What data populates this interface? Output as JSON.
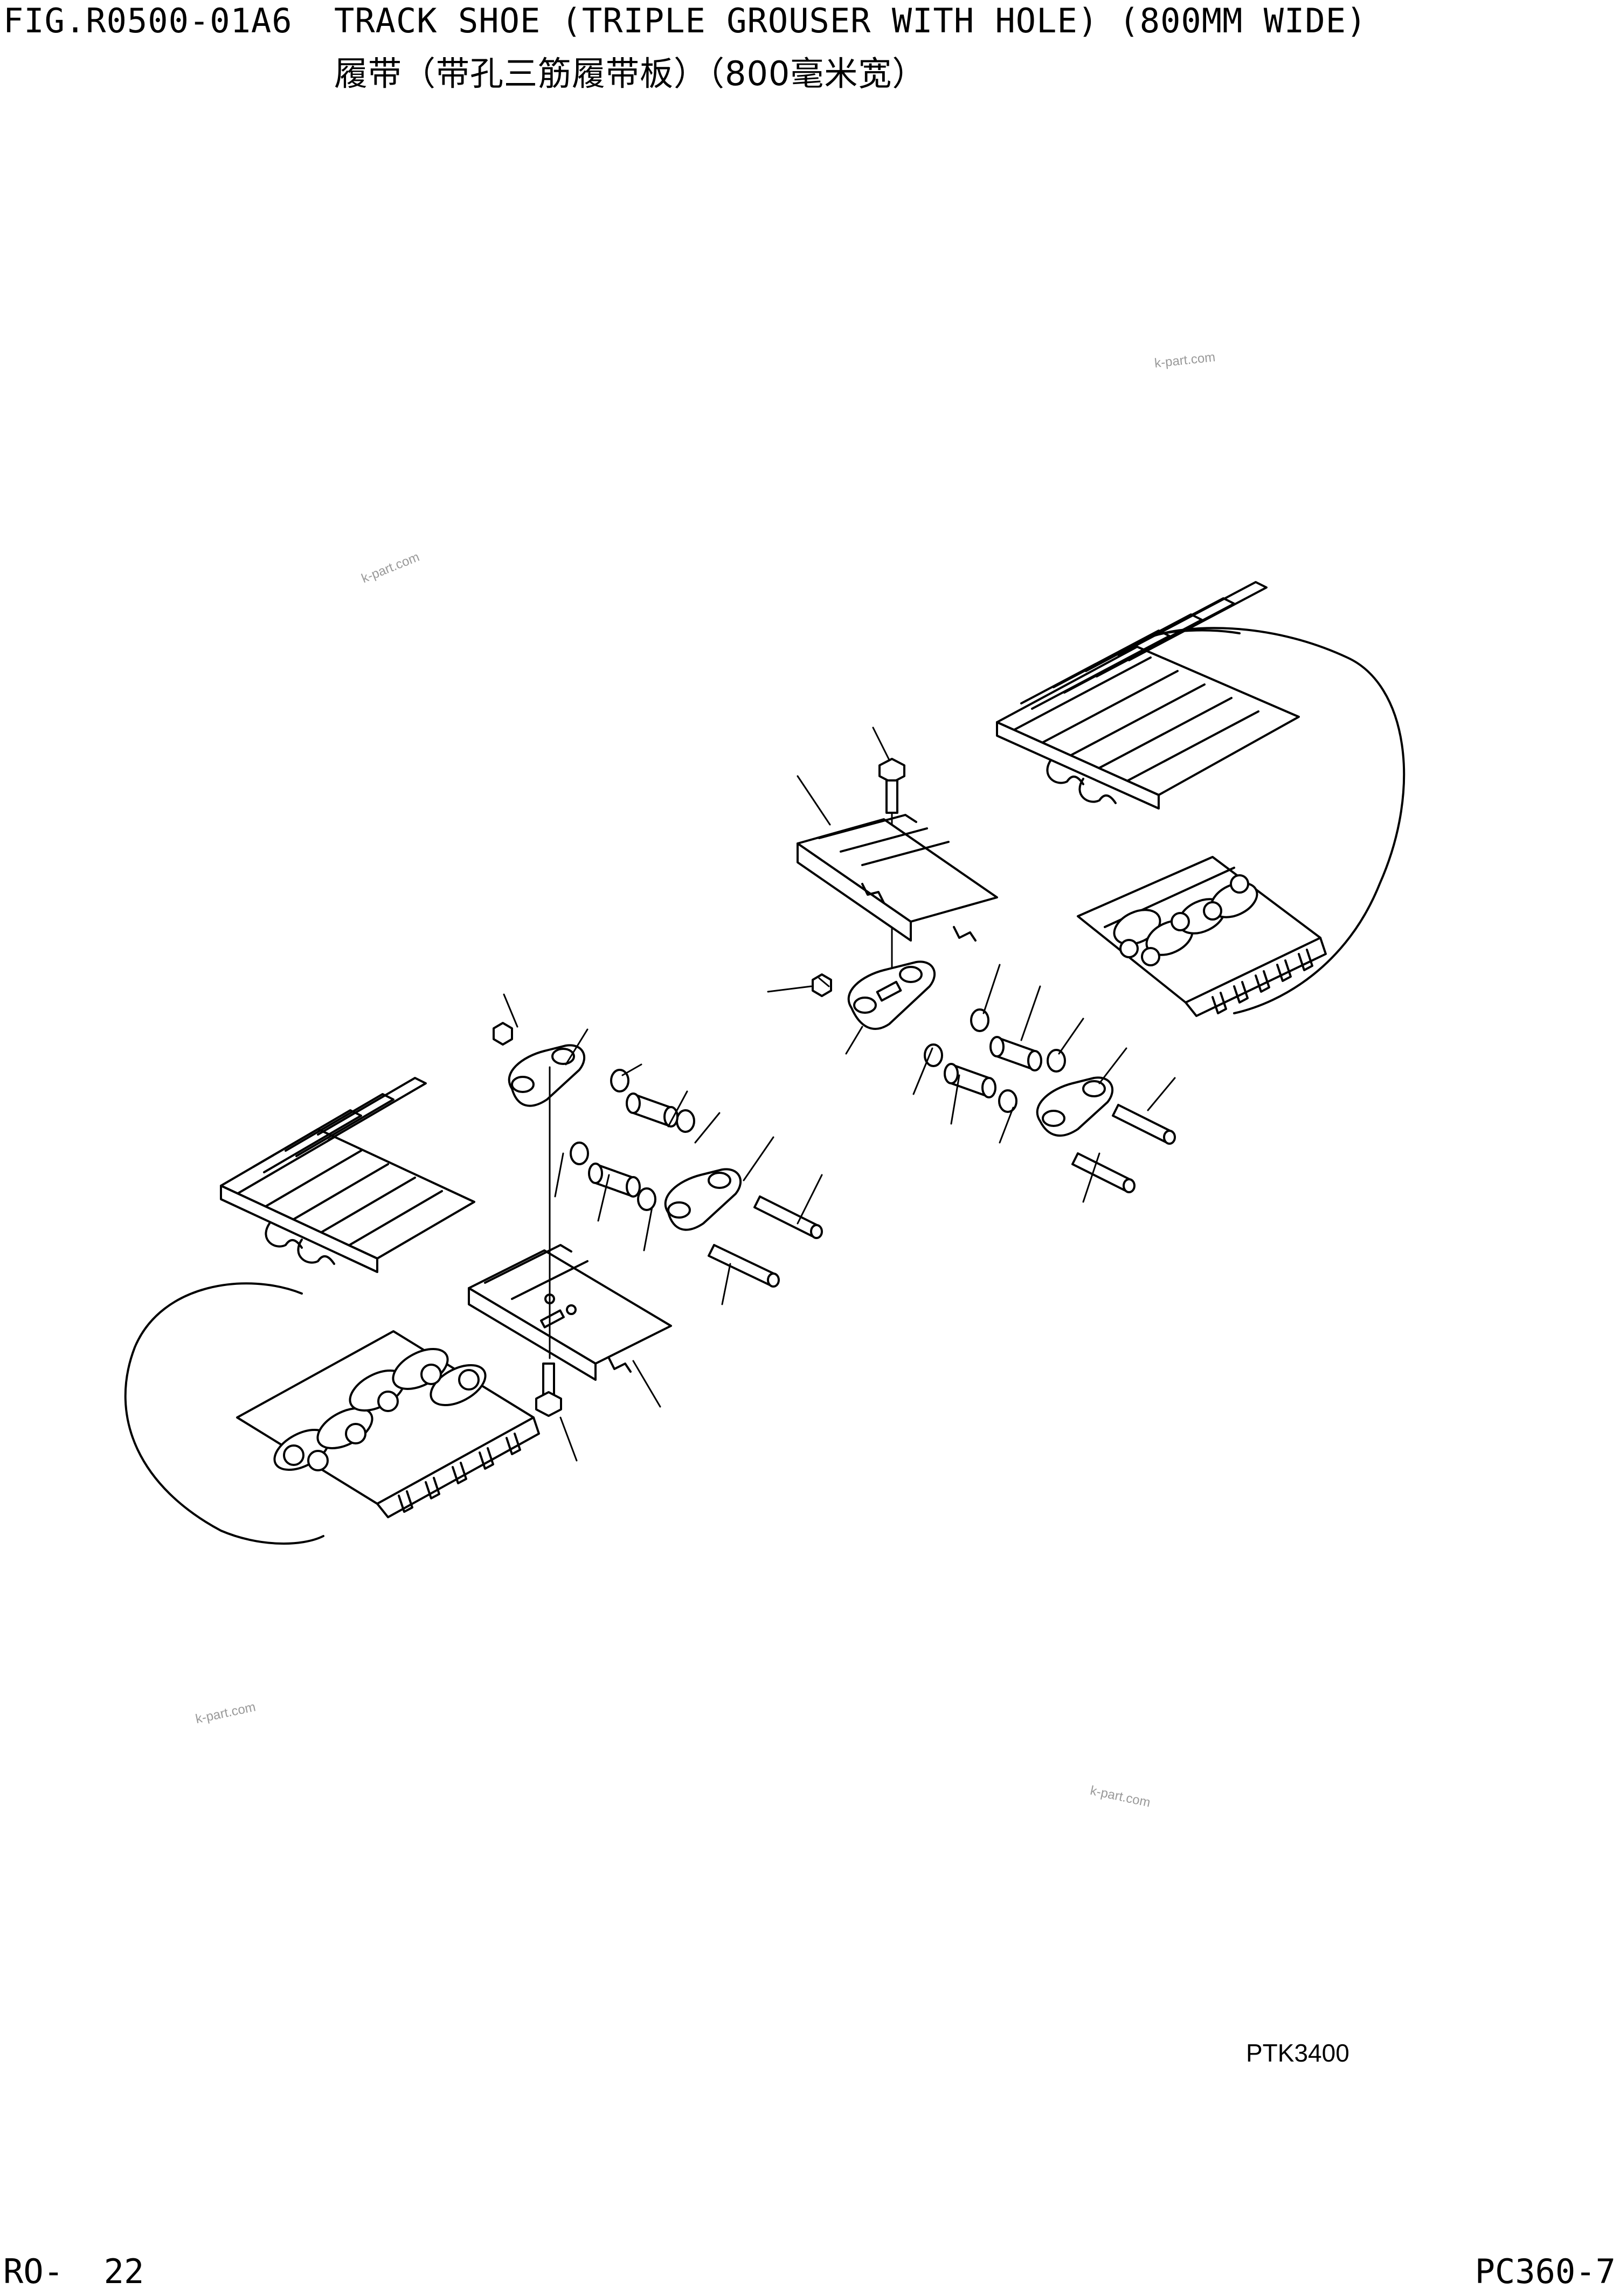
{
  "header": {
    "figure_number": "FIG.R0500-01A6",
    "title_en": "TRACK SHOE (TRIPLE GROUSER WITH HOLE) (800MM WIDE)",
    "title_cn": "履带（带孔三筋履带板）（800毫米宽）"
  },
  "drawing": {
    "illustration_code": "PTK3400",
    "watermark": "k-part.com"
  },
  "footer": {
    "page_number": "RO-  22",
    "model": "PC360-7"
  }
}
